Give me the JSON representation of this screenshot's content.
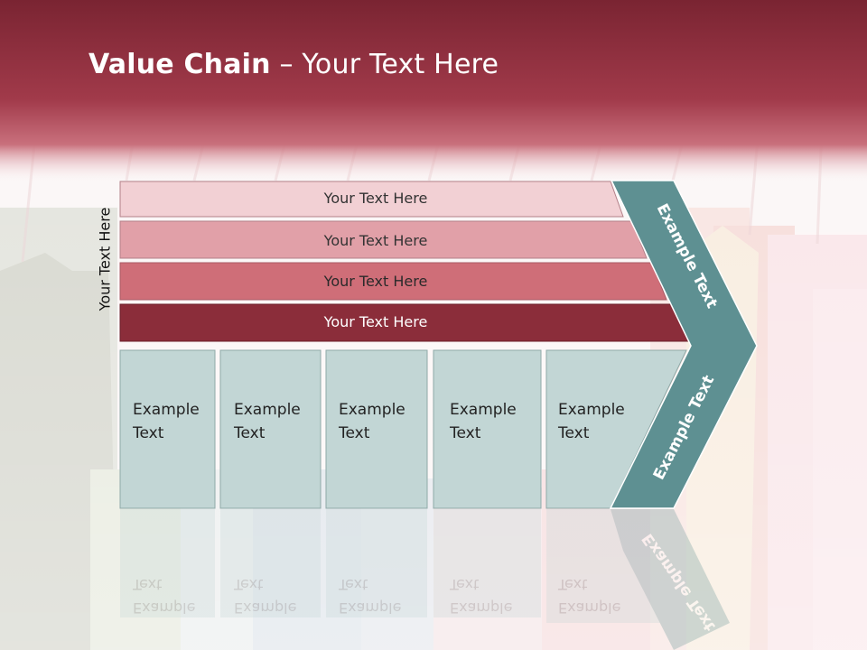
{
  "title": {
    "bold": "Value Chain",
    "rest": " – Your Text Here"
  },
  "side_label": "Your Text Here",
  "bands": [
    {
      "label": "Your Text Here",
      "fill": "#f2d0d4"
    },
    {
      "label": "Your Text Here",
      "fill": "#e1a0a8"
    },
    {
      "label": "Your Text Here",
      "fill": "#cf6e78"
    },
    {
      "label": "Your Text Here",
      "fill": "#8b2d3a"
    }
  ],
  "boxes": [
    {
      "line1": "Example",
      "line2": "Text"
    },
    {
      "line1": "Example",
      "line2": "Text"
    },
    {
      "line1": "Example",
      "line2": "Text"
    },
    {
      "line1": "Example",
      "line2": "Text"
    },
    {
      "line1": "Example",
      "line2": "Text"
    }
  ],
  "chevron": {
    "upper": "Example Text",
    "lower": "Example Text",
    "fill": "#5e9092"
  },
  "colors": {
    "header": "#8b2d3a",
    "box_fill": "#c2d6d5",
    "box_stroke": "#8fa9a8"
  }
}
